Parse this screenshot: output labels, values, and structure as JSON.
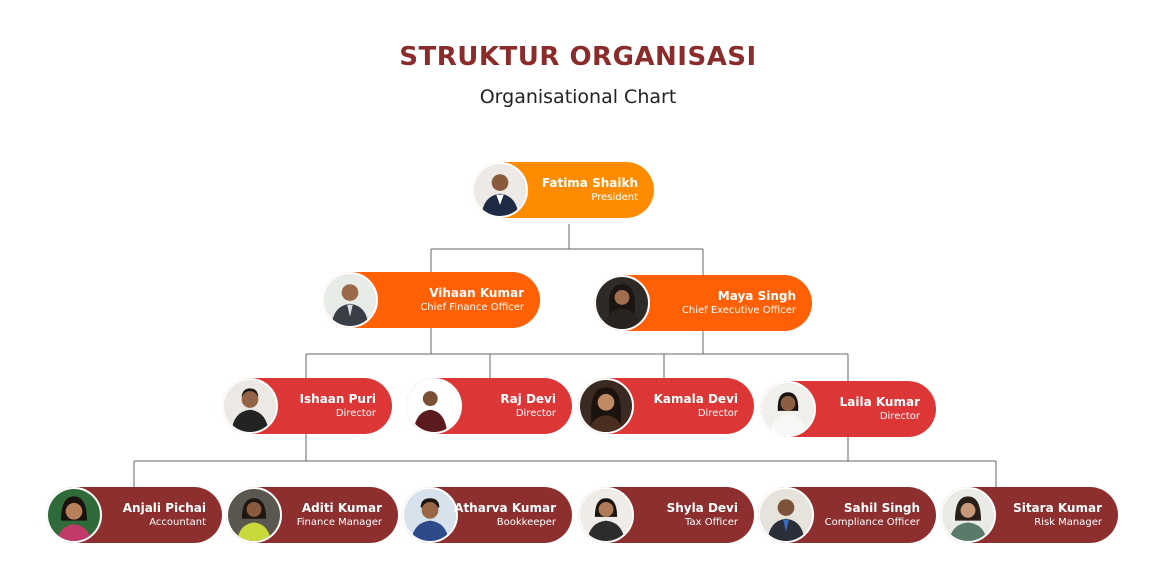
{
  "header": {
    "title": "STRUKTUR ORGANISASI",
    "subtitle": "Organisational Chart"
  },
  "colors": {
    "title": "#8b2c2c",
    "level1": "#ff8c00",
    "level2": "#ff5f05",
    "level3": "#dc3636",
    "level4": "#8d2f2f",
    "connector": "#666666"
  },
  "nodes": {
    "fatima": {
      "name": "Fatima Shaikh",
      "role": "President"
    },
    "vihaan": {
      "name": "Vihaan Kumar",
      "role": "Chief Finance Officer"
    },
    "maya": {
      "name": "Maya Singh",
      "role": "Chief Executive Officer"
    },
    "ishaan": {
      "name": "Ishaan Puri",
      "role": "Director"
    },
    "raj": {
      "name": "Raj Devi",
      "role": "Director"
    },
    "kamala": {
      "name": "Kamala Devi",
      "role": "Director"
    },
    "laila": {
      "name": "Laila Kumar",
      "role": "Director"
    },
    "anjali": {
      "name": "Anjali Pichai",
      "role": "Accountant"
    },
    "aditi": {
      "name": "Aditi Kumar",
      "role": "Finance Manager"
    },
    "atharva": {
      "name": "Atharva Kumar",
      "role": "Bookkeeper"
    },
    "shyla": {
      "name": "Shyla Devi",
      "role": "Tax Officer"
    },
    "sahil": {
      "name": "Sahil Singh",
      "role": "Compliance Officer"
    },
    "sitara": {
      "name": "Sitara Kumar",
      "role": "Risk Manager"
    }
  }
}
